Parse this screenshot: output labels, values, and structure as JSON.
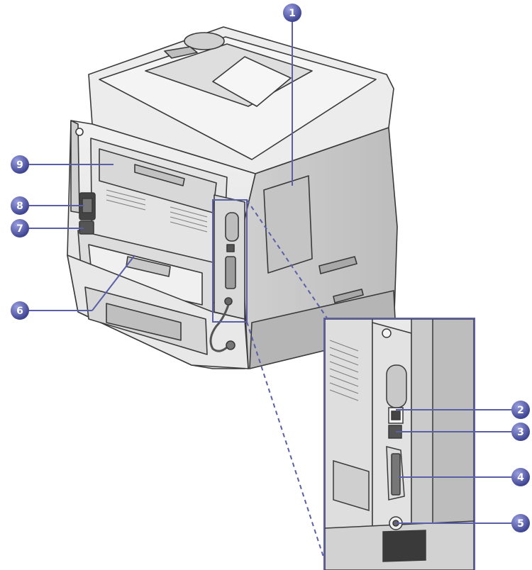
{
  "diagram": {
    "subject": "Printer rear view with connector detail inset",
    "colors": {
      "callout_fill": "#4a4f96",
      "callout_fill_light": "#7d82c4",
      "leader": "#5a5fa8",
      "body_light": "#e9e9e9",
      "body_mid": "#d2d2d2",
      "body_dark": "#9a9a9a",
      "outline": "#3a3a3a"
    },
    "callouts": [
      {
        "id": "1",
        "label": "1"
      },
      {
        "id": "2",
        "label": "2"
      },
      {
        "id": "3",
        "label": "3"
      },
      {
        "id": "4",
        "label": "4"
      },
      {
        "id": "5",
        "label": "5"
      },
      {
        "id": "6",
        "label": "6"
      },
      {
        "id": "7",
        "label": "7"
      },
      {
        "id": "8",
        "label": "8"
      },
      {
        "id": "9",
        "label": "9"
      }
    ]
  }
}
